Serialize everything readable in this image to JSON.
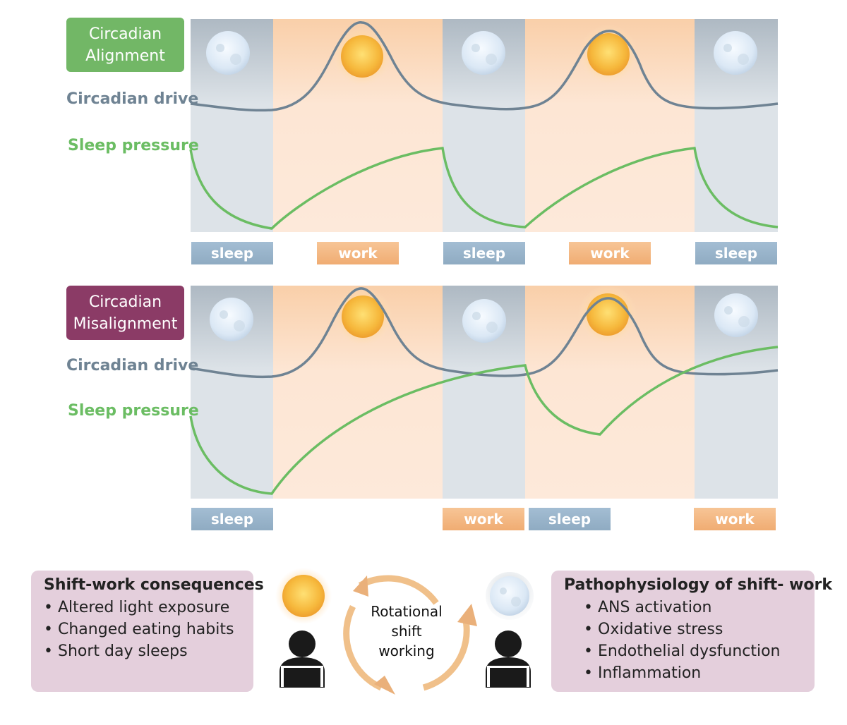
{
  "panels": [
    {
      "tag": [
        "Circadian",
        "Alignment"
      ],
      "tag_color": "#72b766",
      "drive_label": "Circadian drive",
      "pressure_label": "Sleep pressure",
      "bars": [
        {
          "label": "sleep",
          "kind": "sleep"
        },
        {
          "label": "work",
          "kind": "work"
        },
        {
          "label": "sleep",
          "kind": "sleep"
        },
        {
          "label": "work",
          "kind": "work"
        },
        {
          "label": "sleep",
          "kind": "sleep"
        }
      ]
    },
    {
      "tag": [
        "Circadian",
        "Misalignment"
      ],
      "tag_color": "#8b3b66",
      "drive_label": "Circadian drive",
      "pressure_label": "Sleep pressure",
      "bars": [
        {
          "label": "sleep",
          "kind": "sleep"
        },
        {
          "label": "work",
          "kind": "work"
        },
        {
          "label": "sleep",
          "kind": "sleep"
        },
        {
          "label": "work",
          "kind": "work"
        }
      ]
    }
  ],
  "consequences": {
    "title": "Shift-work consequences",
    "items": [
      "Altered light exposure",
      "Changed eating habits",
      "Short day sleeps"
    ]
  },
  "rotation": {
    "lines": [
      "Rotational",
      "shift",
      "working"
    ]
  },
  "pathophysiology": {
    "title": "Pathophysiology of shift- work",
    "items": [
      "ANS activation",
      "Oxidative stress",
      "Endothelial dysfunction",
      "Inflammation"
    ]
  },
  "colors": {
    "night": "#dde3e8",
    "day": "#fde6d4",
    "drive_line": "#6f8393",
    "pressure_line": "#6bbd63",
    "sun": "#f5b43a",
    "moon": "#eaf2fb",
    "panel_bg": "#e4cfdc",
    "arrow": "#f0c08a"
  },
  "icons": [
    "moon-icon",
    "sun-icon",
    "person-laptop-icon",
    "cycle-arrows-icon"
  ]
}
